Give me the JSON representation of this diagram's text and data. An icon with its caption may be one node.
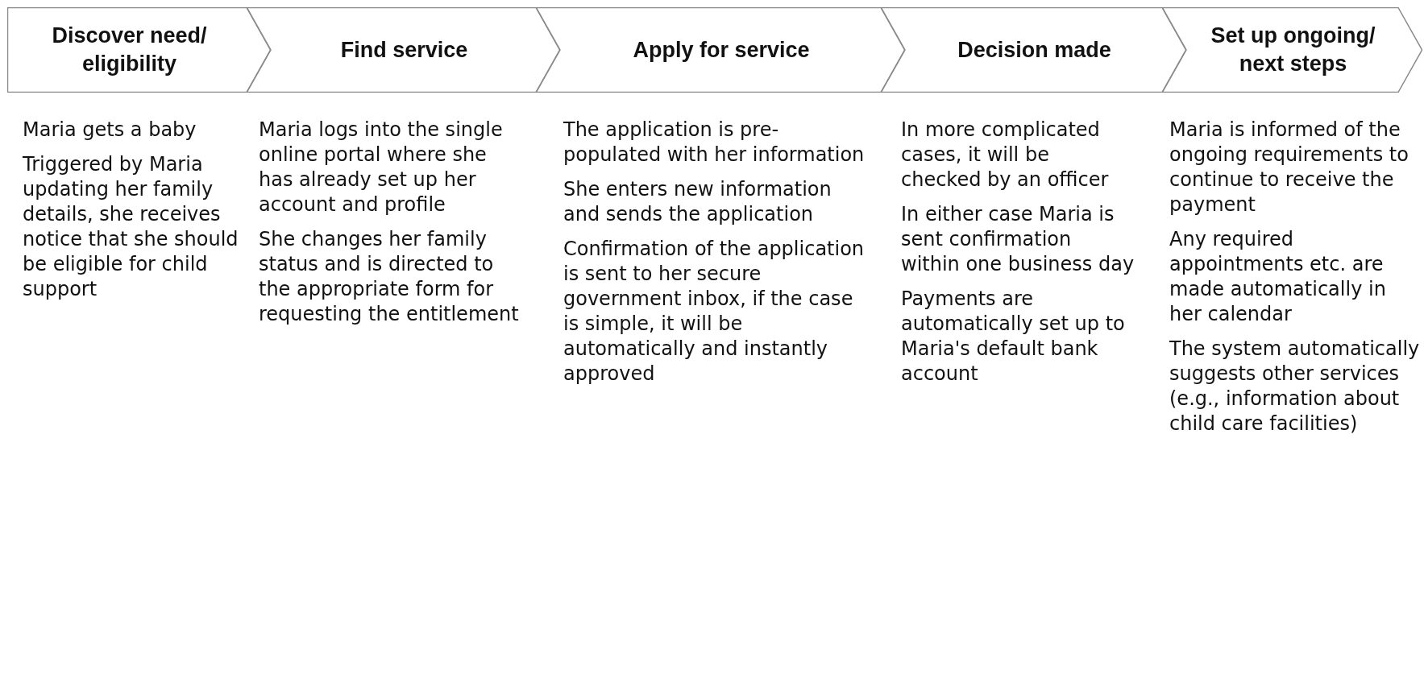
{
  "diagram": {
    "nodes": [
      {
        "text": [
          "Discover need/ eligibility"
        ],
        "beside": [
          "Maria gets a baby",
          "Triggered by Maria updating her family details, she receives notice that she should be eligible for child support"
        ]
      },
      {
        "text": [
          "Find service"
        ],
        "beside": [
          "Maria logs into the single online portal where she has already set up her account and profile",
          "She changes her family status and is directed to the appropriate form for requesting the entitlement"
        ]
      },
      {
        "text": [
          "Apply for service"
        ],
        "beside": [
          "The application is pre-populated with her information",
          "She enters new information and sends the application",
          "Confirmation of the application is sent to her secure government inbox, if the case is simple, it will be automatically and instantly approved"
        ]
      },
      {
        "text": [
          "Decision made"
        ],
        "beside": [
          "In more complicated cases, it will be checked by an officer",
          "In either case Maria is sent confirmation within one business day",
          "Payments are automatically set up to Maria's default bank account"
        ]
      },
      {
        "text": [
          "Set up ongoing/ next steps"
        ],
        "beside": [
          "Maria is informed of the ongoing requirements to continue to receive the payment",
          "Any required appointments etc. are made automatically in her calendar",
          "The system automatically suggests other services (e.g., information about child care facilities)"
        ]
      }
    ]
  }
}
